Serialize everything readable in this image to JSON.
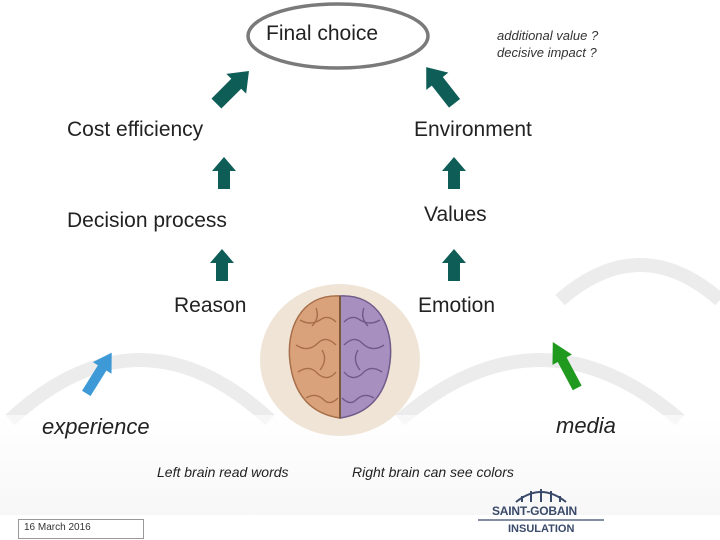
{
  "diagram": {
    "top_label": "Final choice",
    "questions": [
      "additional value ?",
      "decisive impact ?"
    ],
    "left_column": {
      "top": "Cost efficiency",
      "middle": "Decision process",
      "bottom": "Reason"
    },
    "right_column": {
      "top": "Environment",
      "middle": "Values",
      "bottom": "Emotion"
    },
    "inputs": {
      "left": "experience",
      "right": "media"
    },
    "captions": {
      "left": "Left brain read words",
      "right": "Right brain can see colors"
    }
  },
  "footer": {
    "date": "16 March 2016",
    "logo_top": "SAINT-GOBAIN",
    "logo_bottom": "INSULATION"
  },
  "colors": {
    "arrow_teal": "#0f5d57",
    "arrow_blue": "#3d9ad6",
    "arrow_green": "#1f9a1f",
    "ellipse_gray": "#7a7a7a",
    "brain_left": "#d9a27a",
    "brain_right": "#a78fc0",
    "logo_blue": "#3a4a6a"
  },
  "icons": [
    "brain-illustration",
    "saint-gobain-arch-logo"
  ]
}
